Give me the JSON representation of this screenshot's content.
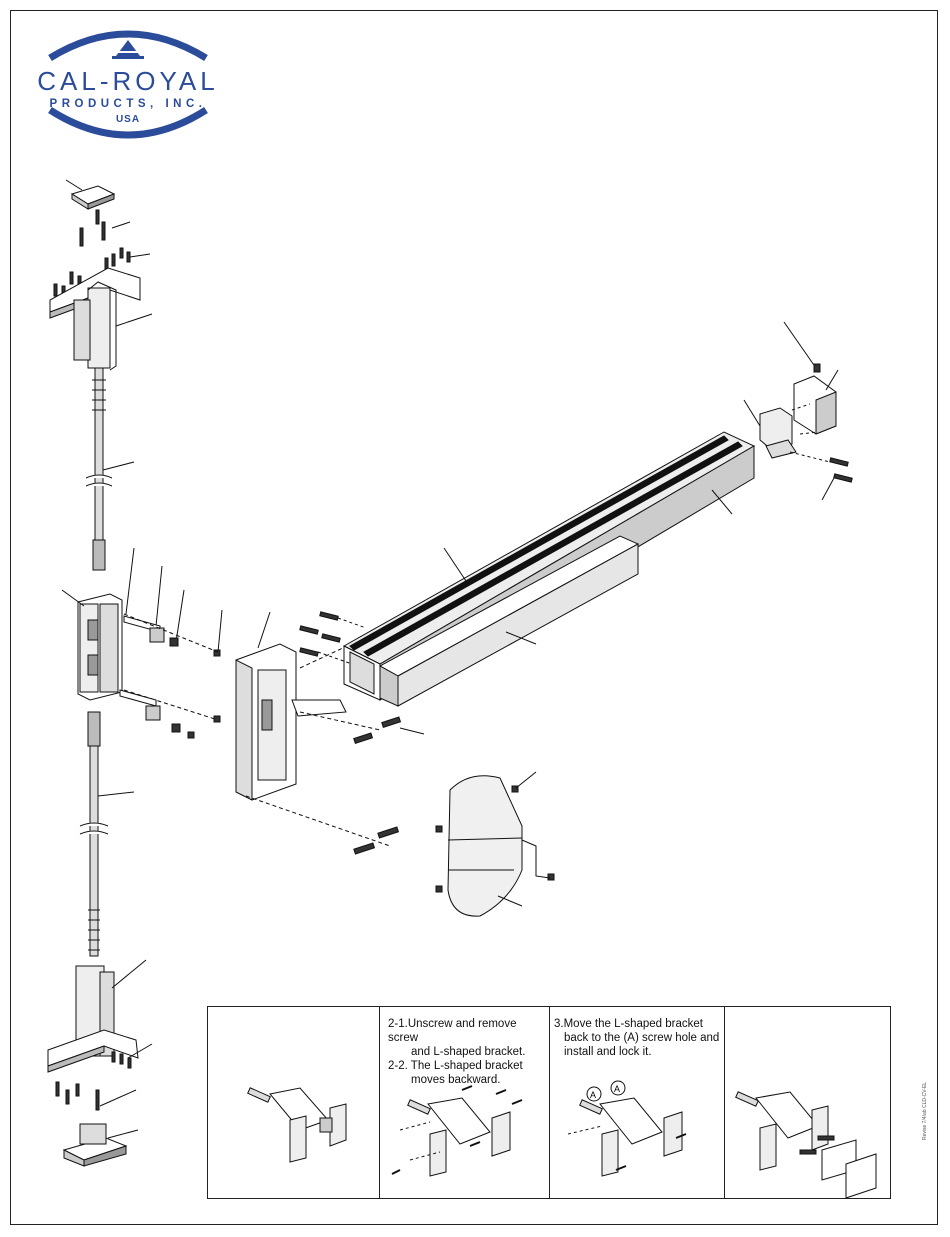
{
  "brand": {
    "name": "CAL-ROYAL",
    "subtitle": "PRODUCTS, INC.",
    "country": "USA",
    "color": "#2b4c9a"
  },
  "steps": [
    {
      "id": "step-1",
      "lines": []
    },
    {
      "id": "step-2",
      "lines": [
        "2-1.Unscrew and remove screw",
        "and L-shaped bracket.",
        "2-2. The L-shaped bracket",
        "moves backward."
      ]
    },
    {
      "id": "step-3",
      "lines": [
        "3.Move the L-shaped bracket",
        "back to the (A) screw hole and",
        "install and lock it."
      ]
    },
    {
      "id": "step-4",
      "lines": []
    }
  ],
  "callout_letter": "A",
  "part_number": "Revise 7/4/ab  CLD-CV-EL"
}
